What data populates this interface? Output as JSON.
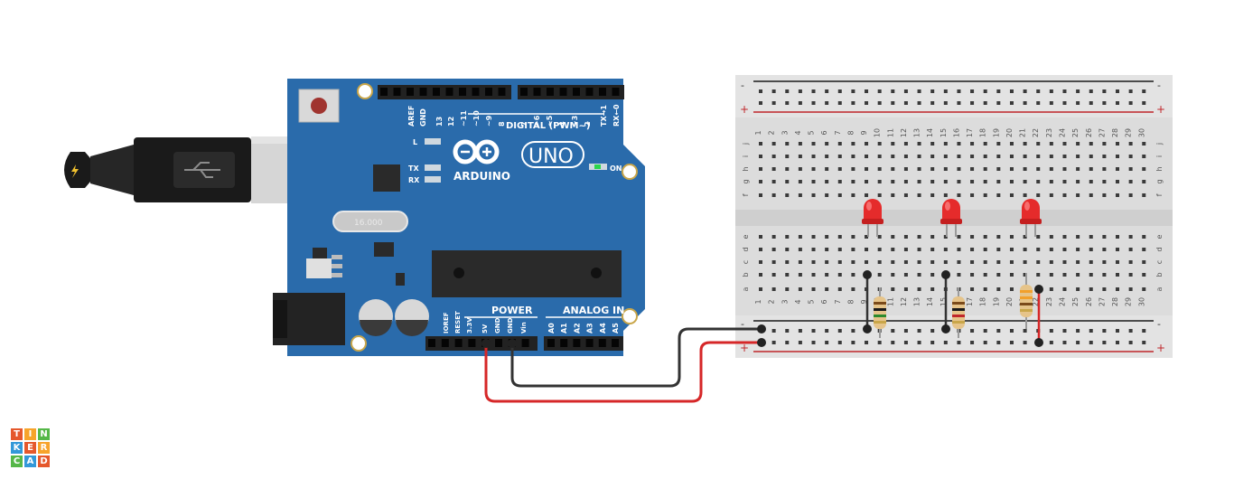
{
  "arduino": {
    "digital_pins": [
      "AREF",
      "GND",
      "13",
      "12",
      "~11",
      "~10",
      "~9",
      "8",
      "7",
      "~6",
      "~5",
      "4",
      "~3",
      "2",
      "TX→1",
      "RX←0"
    ],
    "digital_label": "DIGITAL (PWM~)",
    "brand": "ARDUINO",
    "model": "UNO",
    "led_l": "L",
    "led_tx": "TX",
    "led_rx": "RX",
    "on_label": "ON",
    "power_label": "POWER",
    "analog_label": "ANALOG IN",
    "power_pins": [
      "IOREF",
      "RESET",
      "3.3V",
      "5V",
      "GND",
      "GND",
      "Vin"
    ],
    "analog_pins": [
      "A0",
      "A1",
      "A2",
      "A3",
      "A4",
      "A5"
    ],
    "crystal_text": "16.000"
  },
  "breadboard": {
    "row_letters_top": [
      "j",
      "i",
      "h",
      "g",
      "f"
    ],
    "row_letters_bottom": [
      "e",
      "d",
      "c",
      "b",
      "a"
    ],
    "columns": [
      "1",
      "2",
      "3",
      "4",
      "5",
      "6",
      "7",
      "8",
      "9",
      "10",
      "11",
      "12",
      "13",
      "14",
      "15",
      "16",
      "17",
      "18",
      "19",
      "20",
      "21",
      "22",
      "23",
      "24",
      "25",
      "26",
      "27",
      "28",
      "29",
      "30"
    ],
    "rail_minus": "-",
    "rail_plus": "+"
  },
  "logo": {
    "letters": [
      "T",
      "I",
      "N",
      "K",
      "E",
      "R",
      "C",
      "A",
      "D"
    ]
  },
  "colors": {
    "board": "#2a6bab",
    "wire_red": "#d62728",
    "wire_black": "#333333",
    "led": "#e52b2b"
  }
}
